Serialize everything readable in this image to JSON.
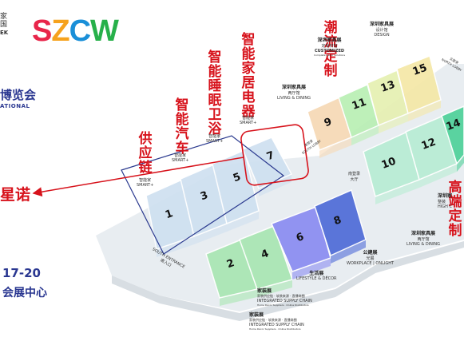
{
  "brand": {
    "partial_left_top": "家",
    "partial_left_mid": "国",
    "partial_left_bottom": "EK",
    "logo_text": "SZCW",
    "logo_colors": [
      "#e8254a",
      "#f6a21d",
      "#1a8fd8",
      "#27b04a"
    ],
    "expo_partial": "博览会",
    "expo_partial_en": "ATIONAL",
    "promise_partial": "星诺",
    "date_partial": "17-20",
    "venue_partial": "会展中心"
  },
  "annotations": {
    "supply_chain": "供应链",
    "smart_car": "智能汽车",
    "smart_sleep_bath": "智能睡眠卫浴",
    "smart_home_appliance": "智能家居电器",
    "trend_custom": "潮流定制",
    "premium_custom": "高端定制"
  },
  "halls": [
    {
      "id": "1",
      "color": "#cfe0f0"
    },
    {
      "id": "2",
      "color": "#a9e6b3"
    },
    {
      "id": "3",
      "color": "#cfe0f0"
    },
    {
      "id": "4",
      "color": "#a9e6b3"
    },
    {
      "id": "5",
      "color": "#cfe0f0"
    },
    {
      "id": "6",
      "color": "#8a8cf2"
    },
    {
      "id": "7",
      "color": "#cfe0f0"
    },
    {
      "id": "8",
      "color": "#4f6bd8"
    },
    {
      "id": "9",
      "color": "#f6d9b5"
    },
    {
      "id": "10",
      "color": "#b8ecd4"
    },
    {
      "id": "11",
      "color": "#b9efb4"
    },
    {
      "id": "12",
      "color": "#b8ecd4"
    },
    {
      "id": "13",
      "color": "#e6f0b1"
    },
    {
      "id": "14",
      "color": "#4fd19a"
    },
    {
      "id": "15",
      "color": "#f5e8a7"
    }
  ],
  "labels": {
    "design": {
      "zh": "深圳家具展",
      "sub": "设计馆",
      "en": "DESIGN"
    },
    "customized": {
      "zh": "深圳家具展",
      "sub": "定制材馆",
      "en": "CUSTOMIZED",
      "en_sub": "Complete Decor Solutions"
    },
    "living_dining_top": {
      "zh": "深圳家具展",
      "sub": "两厅馆",
      "en": "LIVING & DINING"
    },
    "living_dining_right": {
      "zh": "深圳家具展",
      "sub": "两厅馆",
      "en": "LIVING & DINING"
    },
    "high_partial": {
      "zh": "深圳家",
      "sub": "整装",
      "en": "HIGH C"
    },
    "south_lobby": {
      "zh": "南登录",
      "en": "SOUTH LOBBY"
    },
    "north_lobby": {
      "zh": "北登录",
      "en": "NORTH LOBBY"
    },
    "south_east": {
      "zh": "南登录",
      "en": "大厅"
    },
    "smart_label": {
      "zh": "智能家",
      "en": "SMART+"
    },
    "smart_label2": {
      "zh": "智能家",
      "en": "SMART+"
    },
    "smart_label3": {
      "zh": "智能家",
      "en": "SMART+"
    },
    "smart_label4": {
      "zh": "智能家",
      "en": "SMART+"
    },
    "south_entrance": {
      "en": "SOUTH ENTRANCE",
      "zh": "南入口"
    },
    "workplace": {
      "zh": "公建展",
      "sub": "光展",
      "en": "WORKPLACE | ONLIGHT"
    },
    "lifestyle": {
      "zh": "生活展",
      "en": "LIFESTYLE & DÉCOR"
    },
    "integrated1": {
      "zh": "家装展",
      "sub": "家装供应链 · 软装来源 · 直播商圈",
      "en": "INTEGRATED SUPPLY CHAIN",
      "en_sub": "Home Décor Suppliers · Online Distributors"
    },
    "integrated2": {
      "zh": "家装展",
      "sub": "家装供应链 · 软装来源 · 直播商圈",
      "en": "INTEGRATED SUPPLY CHAIN",
      "en_sub": "Home Décor Suppliers · Online Distributors"
    }
  },
  "colors": {
    "accent_red": "#d7121b",
    "outline_blue": "#2b3a8f",
    "base_floor": "#e9eef2"
  }
}
